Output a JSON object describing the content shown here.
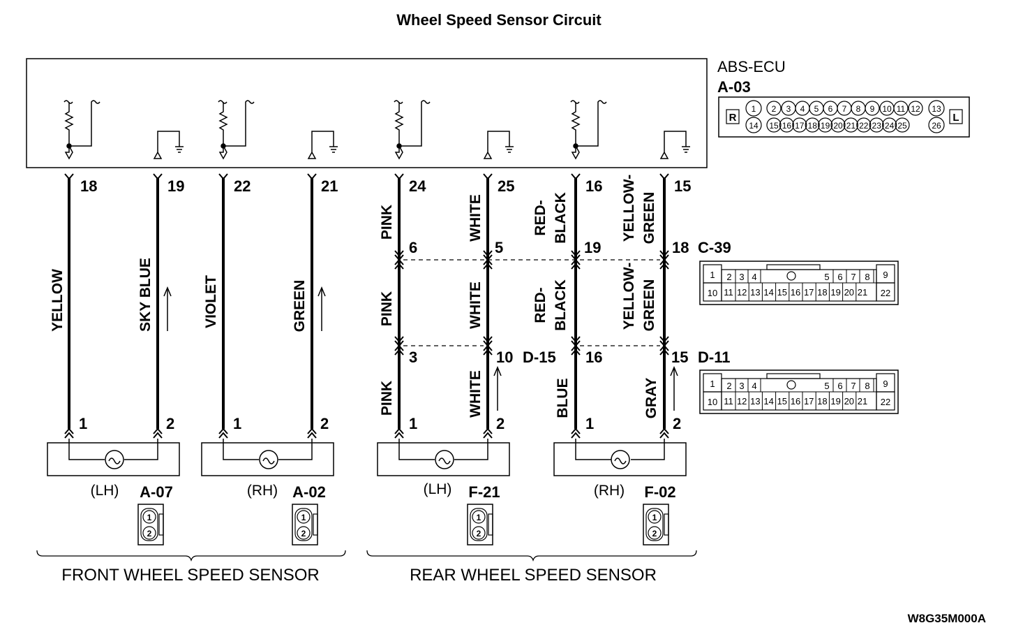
{
  "title": "Wheel Speed Sensor Circuit",
  "ecu": {
    "name": "ABS-ECU",
    "connector": "A-03",
    "left_mark": "R",
    "right_mark": "L",
    "top_pins": [
      "1",
      "2",
      "3",
      "4",
      "5",
      "6",
      "7",
      "8",
      "9",
      "10",
      "11",
      "12",
      "13"
    ],
    "bottom_pins": [
      "14",
      "15",
      "16",
      "17",
      "18",
      "19",
      "20",
      "21",
      "22",
      "23",
      "24",
      "25",
      "26"
    ]
  },
  "circuits": [
    {
      "top_pin": "18",
      "wire_top": "YELLOW",
      "wire_mid": "",
      "wire_bot": "",
      "c39_pin": "",
      "d_pin": "",
      "sensor_pin": "1",
      "dir": ""
    },
    {
      "top_pin": "19",
      "wire_top": "SKY BLUE",
      "wire_mid": "",
      "wire_bot": "",
      "c39_pin": "",
      "d_pin": "",
      "sensor_pin": "2",
      "dir": "up"
    },
    {
      "top_pin": "22",
      "wire_top": "VIOLET",
      "wire_mid": "",
      "wire_bot": "",
      "c39_pin": "",
      "d_pin": "",
      "sensor_pin": "1",
      "dir": ""
    },
    {
      "top_pin": "21",
      "wire_top": "GREEN",
      "wire_mid": "",
      "wire_bot": "",
      "c39_pin": "",
      "d_pin": "",
      "sensor_pin": "2",
      "dir": "up"
    },
    {
      "top_pin": "24",
      "wire_top": "PINK",
      "wire_mid": "PINK",
      "wire_bot": "PINK",
      "c39_pin": "6",
      "d_pin": "3",
      "sensor_pin": "1",
      "dir": ""
    },
    {
      "top_pin": "25",
      "wire_top": "WHITE",
      "wire_mid": "WHITE",
      "wire_bot": "WHITE",
      "c39_pin": "5",
      "d_pin": "10",
      "sensor_pin": "2",
      "dir": "up"
    },
    {
      "top_pin": "16",
      "wire_top": "RED- BLACK",
      "wire_mid": "RED- BLACK",
      "wire_bot": "BLUE",
      "c39_pin": "19",
      "d_pin": "16",
      "sensor_pin": "1",
      "dir": ""
    },
    {
      "top_pin": "15",
      "wire_top": "YELLOW- GREEN",
      "wire_mid": "YELLOW- GREEN",
      "wire_bot": "GRAY",
      "c39_pin": "18",
      "d_pin": "15",
      "sensor_pin": "2",
      "dir": "up"
    }
  ],
  "connectors": {
    "c39": {
      "name": "C-39",
      "top": [
        "1",
        "2",
        "3",
        "4",
        "5",
        "6",
        "7",
        "8",
        "9"
      ],
      "bottom": [
        "10",
        "11",
        "12",
        "13",
        "14",
        "15",
        "16",
        "17",
        "18",
        "19",
        "20",
        "21",
        "22"
      ]
    },
    "d15": {
      "name": "D-15"
    },
    "d11": {
      "name": "D-11",
      "top": [
        "1",
        "2",
        "3",
        "4",
        "5",
        "6",
        "7",
        "8",
        "9"
      ],
      "bottom": [
        "10",
        "11",
        "12",
        "13",
        "14",
        "15",
        "16",
        "17",
        "18",
        "19",
        "20",
        "21",
        "22"
      ]
    }
  },
  "sensors": [
    {
      "side": "(LH)",
      "connector": "A-07"
    },
    {
      "side": "(RH)",
      "connector": "A-02"
    },
    {
      "side": "(LH)",
      "connector": "F-21"
    },
    {
      "side": "(RH)",
      "connector": "F-02"
    }
  ],
  "sensor_pins": [
    "1",
    "2"
  ],
  "groups": {
    "front": "FRONT WHEEL SPEED SENSOR",
    "rear": "REAR WHEEL SPEED SENSOR"
  },
  "figure_code": "W8G35M000A"
}
